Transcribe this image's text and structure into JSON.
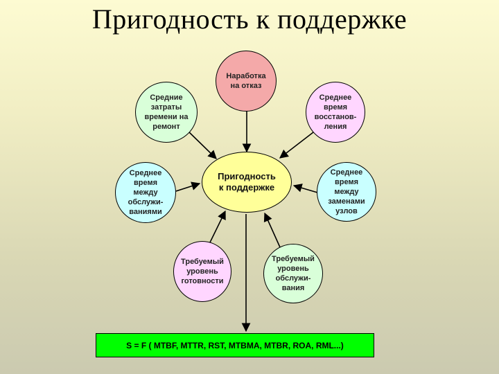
{
  "title": "Пригодность к поддержке",
  "center": "Пригодность\nк поддержке",
  "nodes": {
    "mtbf": "Наработка\nна отказ",
    "mttr": "Средние\nзатраты\nвремени на\nремонт",
    "rst": "Среднее\nвремя\nвосстанов-\nления",
    "mtbma": "Среднее\nвремя\nмежду\nобслужи-\nваниями",
    "mtbr": "Среднее\nвремя\nмежду\nзаменами\nузлов",
    "roa": "Требуемый\nуровень\nготовности",
    "rml": "Требуемый\nуровень\nобслужи-\nвания"
  },
  "formula": "S = F ( MTBF, MTTR, RST, MTBMA, MTBR, ROA, RML...)",
  "colors": {
    "center": "#ffff99",
    "pink": "#f4a9a9",
    "mint": "#d9ffd9",
    "lavender": "#ffd6ff",
    "cyan": "#c9ffff",
    "formula": "#00ff00"
  }
}
